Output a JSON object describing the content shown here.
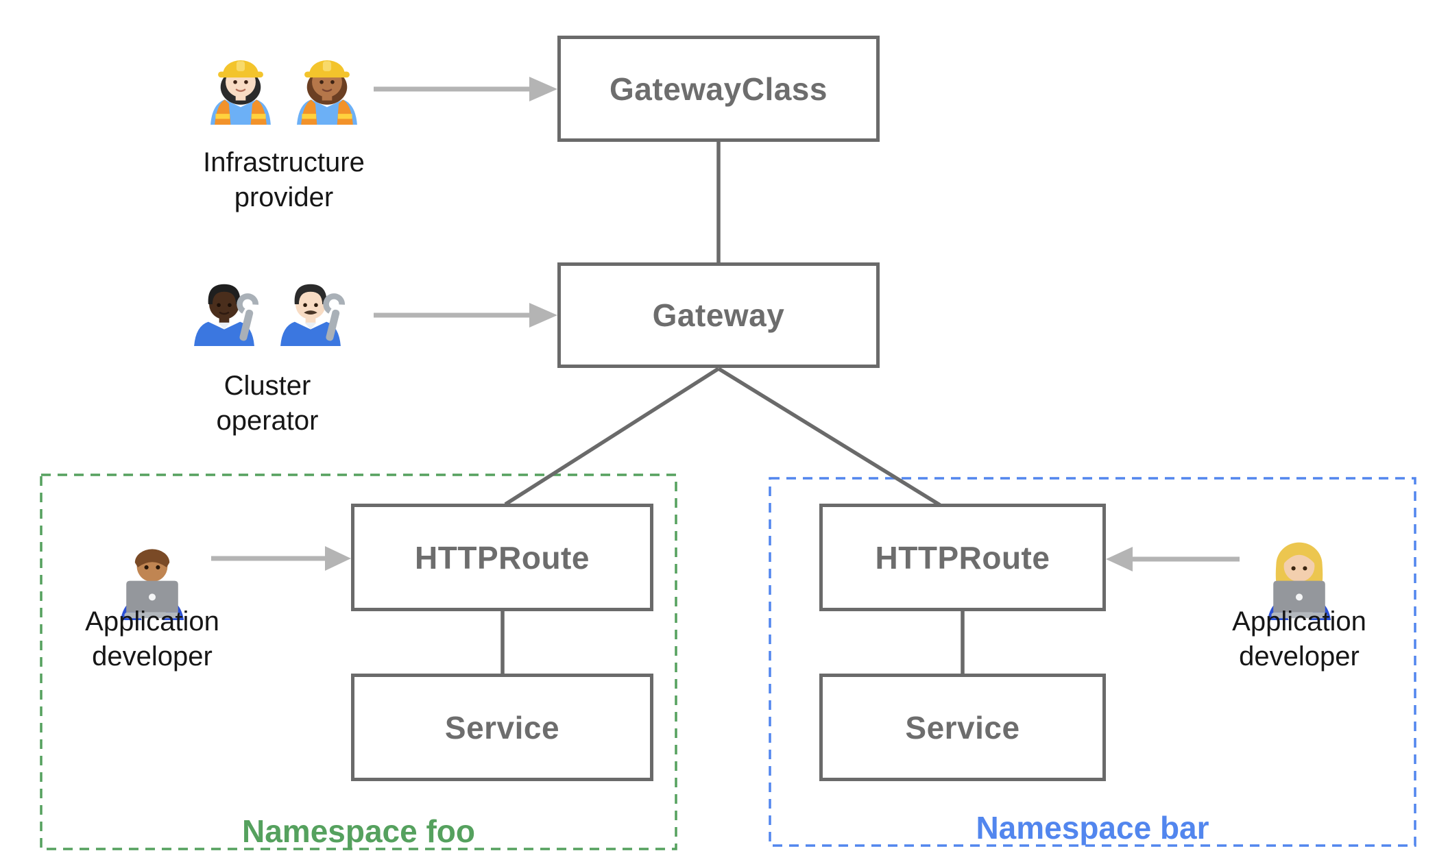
{
  "diagram": {
    "nodes": {
      "gateway_class": {
        "label": "GatewayClass"
      },
      "gateway": {
        "label": "Gateway"
      },
      "httproute_foo": {
        "label": "HTTPRoute"
      },
      "service_foo": {
        "label": "Service"
      },
      "httproute_bar": {
        "label": "HTTPRoute"
      },
      "service_bar": {
        "label": "Service"
      }
    },
    "namespaces": {
      "foo": {
        "label": "Namespace foo",
        "color": "#55a15e",
        "border_style": "dashed"
      },
      "bar": {
        "label": "Namespace bar",
        "color": "#5286ee",
        "border_style": "dashed"
      }
    },
    "personas": {
      "infrastructure_provider": {
        "label": "Infrastructure provider",
        "icons": [
          "woman-construction-worker-light-icon",
          "woman-construction-worker-medium-icon"
        ]
      },
      "cluster_operator": {
        "label": "Cluster operator",
        "icons": [
          "mechanic-dark-icon",
          "man-mechanic-light-icon"
        ]
      },
      "application_developer_foo": {
        "label": "Application developer",
        "icons": [
          "man-technologist-medium-icon"
        ]
      },
      "application_developer_bar": {
        "label": "Application developer",
        "icons": [
          "woman-technologist-light-icon"
        ]
      }
    },
    "edges": [
      {
        "from": "Infrastructure provider",
        "to": "GatewayClass",
        "type": "arrow"
      },
      {
        "from": "Cluster operator",
        "to": "Gateway",
        "type": "arrow"
      },
      {
        "from": "Application developer (foo)",
        "to": "HTTPRoute (foo)",
        "type": "arrow"
      },
      {
        "from": "Application developer (bar)",
        "to": "HTTPRoute (bar)",
        "type": "arrow"
      },
      {
        "from": "GatewayClass",
        "to": "Gateway",
        "type": "line"
      },
      {
        "from": "Gateway",
        "to": "HTTPRoute (foo)",
        "type": "line"
      },
      {
        "from": "Gateway",
        "to": "HTTPRoute (bar)",
        "type": "line"
      },
      {
        "from": "HTTPRoute (foo)",
        "to": "Service (foo)",
        "type": "line"
      },
      {
        "from": "HTTPRoute (bar)",
        "to": "Service (bar)",
        "type": "line"
      }
    ],
    "colors": {
      "node_border": "#6a6a6a",
      "node_text": "#6d6d6d",
      "connector": "#6a6a6a",
      "arrow": "#b4b4b4",
      "persona_label_text": "#161616",
      "namespace_foo": "#55a15e",
      "namespace_bar": "#5286ee",
      "background": "#ffffff"
    }
  }
}
